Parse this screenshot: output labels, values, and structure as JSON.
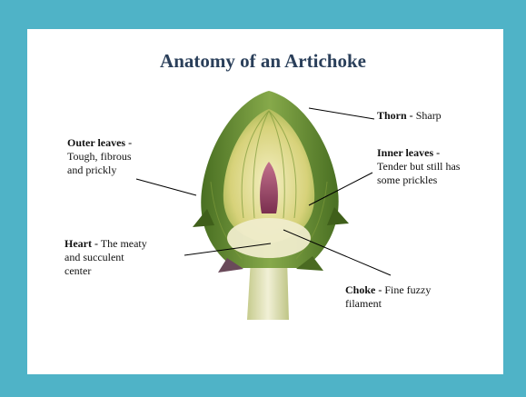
{
  "title": "Anatomy of an Artichoke",
  "labels": {
    "thorn": {
      "term": "Thorn -",
      "desc": "Sharp"
    },
    "outer_leaves": {
      "term": "Outer leaves -",
      "desc_line1": "Tough, fibrous",
      "desc_line2": "and prickly"
    },
    "inner_leaves": {
      "term": "Inner leaves -",
      "desc_line1": "Tender but still has",
      "desc_line2": "some prickles"
    },
    "heart": {
      "term": "Heart -",
      "desc_line1": "The meaty",
      "desc_line2": "and succulent",
      "desc_line3": "center"
    },
    "choke": {
      "term": "Choke -",
      "desc_line1": "Fine fuzzy",
      "desc_line2": "filament"
    }
  },
  "colors": {
    "frame": "#4fb3c7",
    "title": "#2a3f5a",
    "outer_leaf": "#5f8a2e",
    "inner_leaf": "#c9c96a",
    "choke": "#9c4a6b",
    "heart": "#e7e5b8",
    "stem": "#d9dca9"
  }
}
